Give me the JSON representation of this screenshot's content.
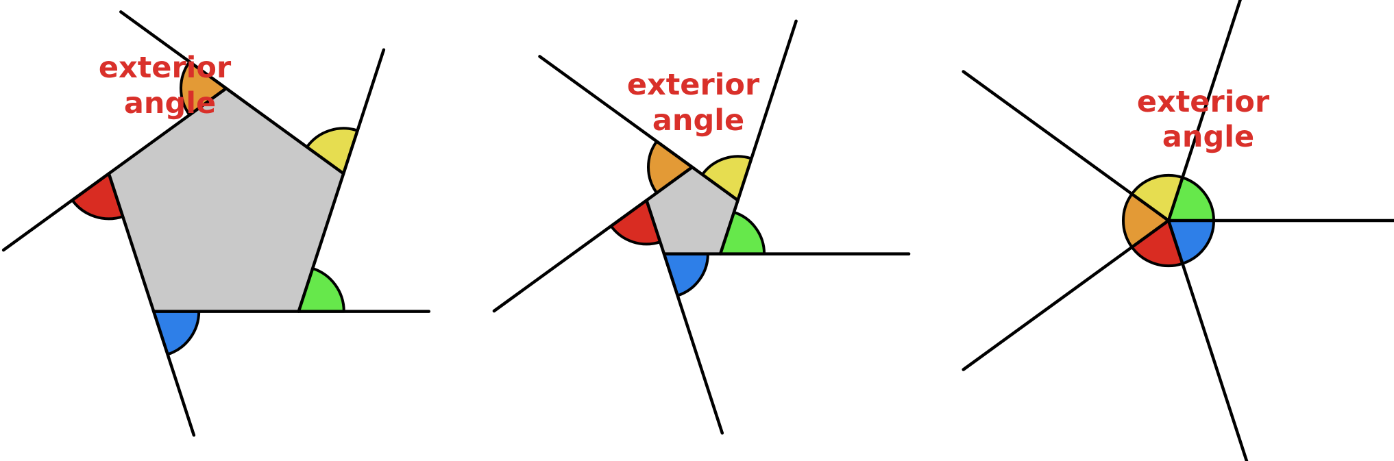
{
  "panels": [
    {
      "label_line1": "exterior",
      "label_line2": "angle"
    },
    {
      "label_line1": "exterior",
      "label_line2": "angle"
    },
    {
      "label_line1": "exterior",
      "label_line2": "angle"
    }
  ],
  "colors": {
    "label": "#d9302a",
    "polygon": "#c9c9c9",
    "lines": "#000000",
    "angles": [
      "#d92c22",
      "#e39a36",
      "#e6dd50",
      "#66e84b",
      "#2e7fe8"
    ]
  }
}
